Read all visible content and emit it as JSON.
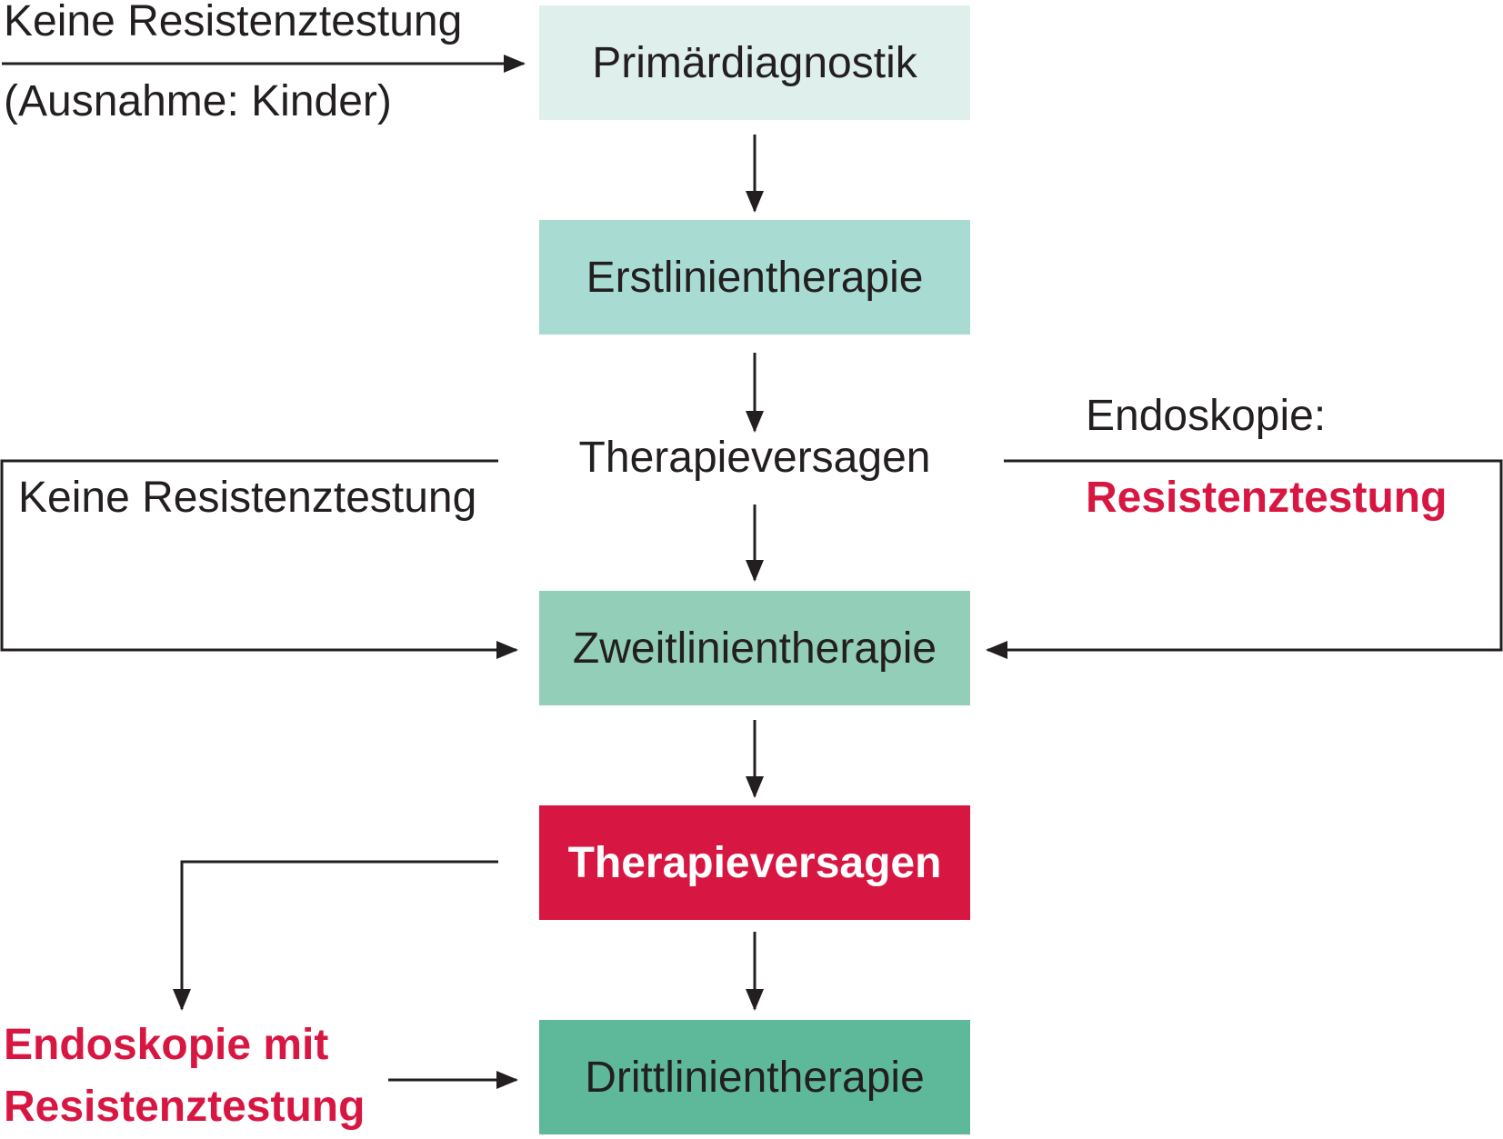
{
  "colors": {
    "box1": "#dff0ec",
    "box2": "#a8dcd3",
    "box3": "#93ceb8",
    "box4": "#d81642",
    "box5": "#5eb99b",
    "accent_red": "#d81642",
    "line": "#231f20"
  },
  "boxes": {
    "primaer": "Primärdiagnostik",
    "erstlinie": "Erstlinientherapie",
    "zweitlinie": "Zweitlinientherapie",
    "versagen2": "Therapieversagen",
    "drittlinie": "Drittlinientherapie"
  },
  "labels": {
    "top_left_line1": "Keine Resistenztestung",
    "top_left_line2": "(Ausnahme: Kinder)",
    "versagen1": "Therapieversagen",
    "left_branch": "Keine Resistenztestung",
    "right_branch_line1": "Endoskopie:",
    "right_branch_line2": "Resistenztestung",
    "bottom_left_line1": "Endoskopie mit",
    "bottom_left_line2": "Resistenztestung"
  }
}
